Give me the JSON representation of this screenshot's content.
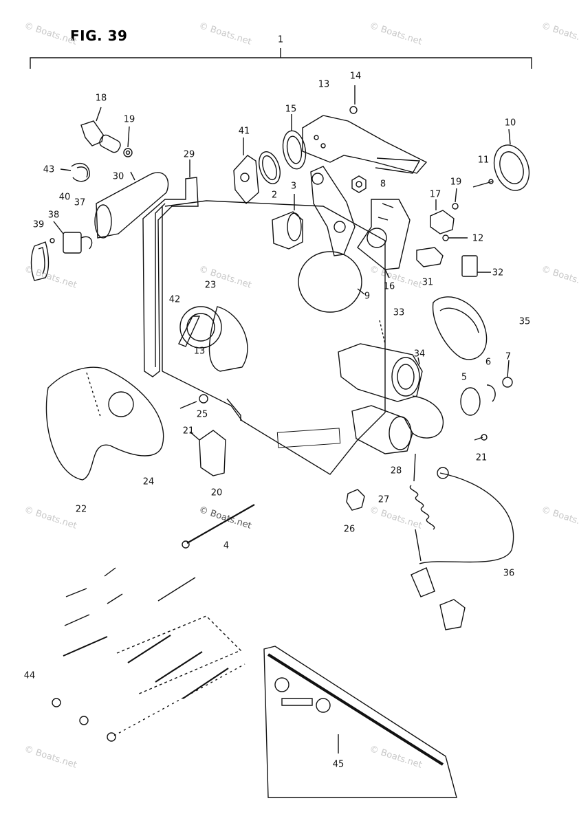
{
  "figure": {
    "title": "FIG. 39"
  },
  "watermarks": [
    "© Boats.net",
    "© Boats.net",
    "© Boats.net",
    "© Boats.net",
    "© Boats.net",
    "© Boats.net",
    "© Boats.net",
    "© Boats.net",
    "© Boats.net",
    "© Boats.net",
    "© Boats.net",
    "© Boats.net",
    "© Boats.net",
    "© Boats.net"
  ],
  "callouts": [
    "1",
    "18",
    "19",
    "14",
    "13",
    "15",
    "41",
    "29",
    "10",
    "11",
    "43",
    "30",
    "40",
    "37",
    "3",
    "8",
    "38",
    "17",
    "19",
    "39",
    "2",
    "12",
    "32",
    "31",
    "16",
    "9",
    "23",
    "42",
    "33",
    "35",
    "13",
    "34",
    "6",
    "7",
    "5",
    "25",
    "21",
    "21",
    "28",
    "24",
    "27",
    "20",
    "22",
    "4",
    "26",
    "36",
    "44",
    "45"
  ],
  "colors": {
    "ink": "#111111",
    "watermark": "#c9c9c9",
    "background": "#ffffff"
  }
}
